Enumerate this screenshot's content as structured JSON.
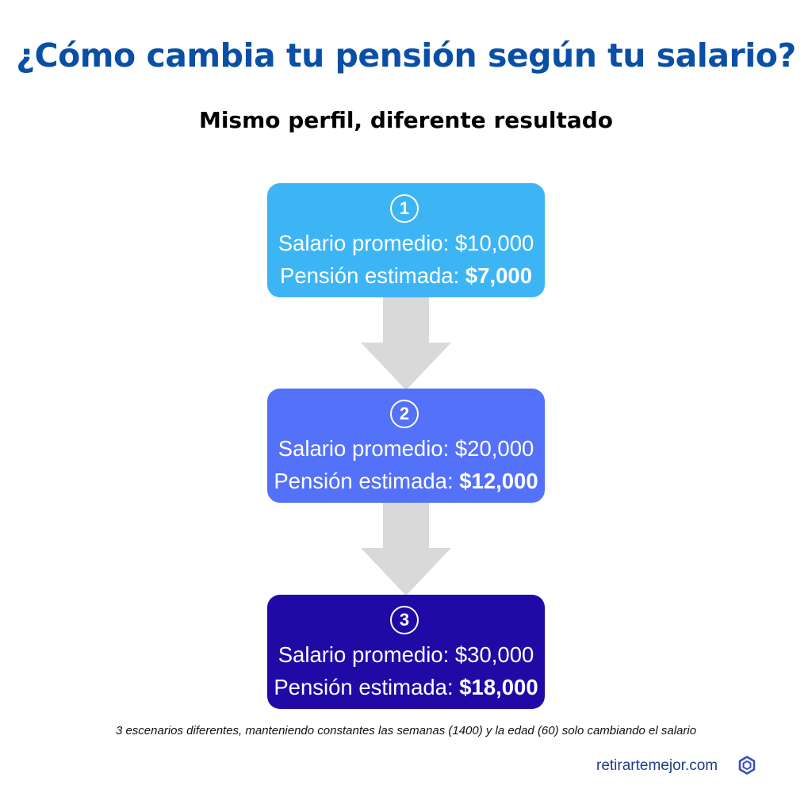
{
  "header": {
    "title": "¿Cómo cambia tu pensión según tu salario?",
    "subtitle": "Mismo perfil, diferente resultado"
  },
  "steps": [
    {
      "number": "1",
      "salary_label": "Salario promedio: ",
      "salary_value": "$10,000",
      "pension_label": "Pensión estimada: ",
      "pension_value": "$7,000",
      "color": "#3db5f5"
    },
    {
      "number": "2",
      "salary_label": "Salario promedio: ",
      "salary_value": "$20,000",
      "pension_label": "Pensión estimada: ",
      "pension_value": "$12,000",
      "color": "#5371f9"
    },
    {
      "number": "3",
      "salary_label": "Salario promedio: ",
      "salary_value": "$30,000",
      "pension_label": "Pensión estimada: ",
      "pension_value": "$18,000",
      "color": "#1f0aa6"
    }
  ],
  "colors": {
    "title": "#0a4fa6",
    "arrow": "#d9d9d9",
    "brand": "#1f3c88"
  },
  "footnote": "3 escenarios diferentes, manteniendo constantes las semanas (1400) y la edad (60) solo cambiando el salario",
  "brand": {
    "text": "retirartemejor.com",
    "logo_icon": "hexagon-logo-icon"
  }
}
